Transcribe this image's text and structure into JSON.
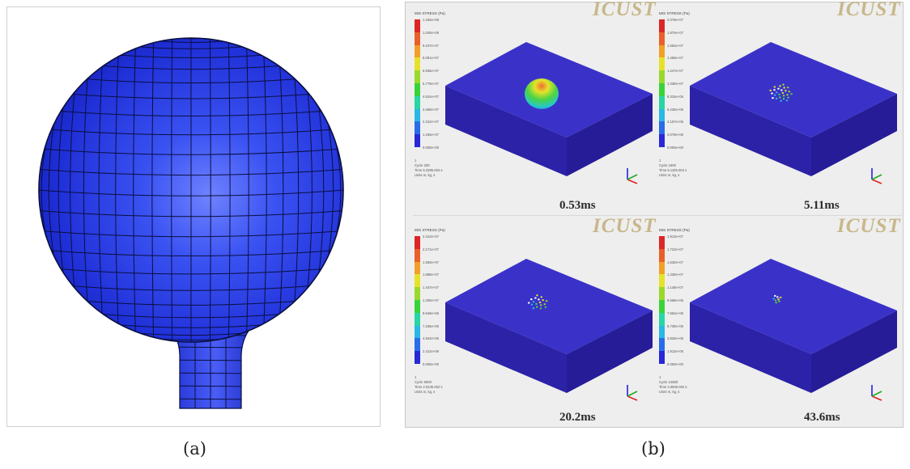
{
  "figure": {
    "caption_a": "(a)",
    "caption_b": "(b)"
  },
  "panel_b": {
    "colors": {
      "background": "#eeeeee",
      "plate_top": "#3a32c8",
      "plate_side": "#2c22a8",
      "plate_front": "#261c98",
      "colorbar": [
        "#2828d6",
        "#2a6ce8",
        "#2ab7e6",
        "#27d6a4",
        "#3ad23a",
        "#9ad82e",
        "#e6e22a",
        "#f0a028",
        "#e8602a",
        "#dc2626"
      ]
    },
    "snapshots": [
      {
        "stress_title": "MIS STRESS (Pa)",
        "ticks": [
          "1.155e+08",
          "1.040e+08",
          "9.247e+07",
          "8.091e+07",
          "6.936e+07",
          "5.779e+07",
          "4.624e+07",
          "3.468e+07",
          "2.312e+07",
          "1.156e+07",
          "0.000e+00"
        ],
        "info": [
          "1",
          "Cycle 200",
          "Time 5.3395.004 s",
          "Units m, kg, s"
        ],
        "time_label": "0.53ms",
        "logo": "ICUST"
      },
      {
        "stress_title": "MIS STRESS (Pa)",
        "ticks": [
          "2.079e+07",
          "1.870e+07",
          "1.663e+07",
          "1.455e+07",
          "1.247e+07",
          "1.039e+07",
          "8.315e+06",
          "6.236e+06",
          "4.157e+06",
          "2.079e+06",
          "0.000e+00"
        ],
        "info": [
          "1",
          "Cycle 1600",
          "Time 5.1105.003 s",
          "Units m, kg, s"
        ],
        "time_label": "5.11ms",
        "logo": "ICUST"
      },
      {
        "stress_title": "MIS STRESS (Pa)",
        "ticks": [
          "2.412e+07",
          "2.171e+07",
          "1.930e+07",
          "1.689e+07",
          "1.447e+07",
          "1.206e+07",
          "9.649e+06",
          "7.236e+06",
          "4.824e+06",
          "2.412e+06",
          "0.000e+00"
        ],
        "info": [
          "1",
          "Cycle 6000",
          "Time 2.0245.002 s",
          "Units m, kg, s"
        ],
        "time_label": "20.2ms",
        "logo": "ICUST"
      },
      {
        "stress_title": "MIS STRESS (Pa)",
        "ticks": [
          "1.913e+07",
          "1.722e+07",
          "1.530e+07",
          "1.339e+07",
          "1.148e+07",
          "9.566e+06",
          "7.652e+06",
          "5.739e+06",
          "3.826e+06",
          "1.913e+06",
          "0.000e+00"
        ],
        "info": [
          "1",
          "Cycle 12800",
          "Time 4.3600.002 s",
          "Units m, kg, s"
        ],
        "time_label": "43.6ms",
        "logo": "ICUST"
      }
    ]
  }
}
